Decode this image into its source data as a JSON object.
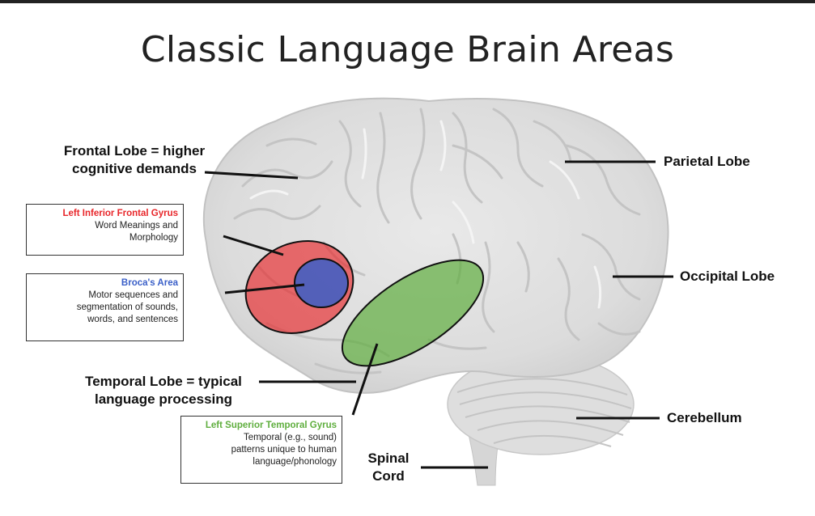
{
  "title": "Classic Language Brain Areas",
  "colors": {
    "inferior_frontal": "#e8262a",
    "broca": "#3a5fc8",
    "superior_temporal": "#5fae3e"
  },
  "labels": {
    "frontal_line1": "Frontal Lobe = higher",
    "frontal_line2": "cognitive demands",
    "parietal": "Parietal Lobe",
    "occipital": "Occipital Lobe",
    "cerebellum": "Cerebellum",
    "temporal_line1": "Temporal Lobe = typical",
    "temporal_line2": "language processing",
    "spinal_line1": "Spinal",
    "spinal_line2": "Cord"
  },
  "boxes": {
    "inferior_frontal": {
      "heading": "Left Inferior Frontal Gyrus",
      "line1": "Word Meanings and",
      "line2": "Morphology"
    },
    "broca": {
      "heading": "Broca's Area",
      "line1": "Motor sequences and",
      "line2": "segmentation of sounds,",
      "line3": "words, and sentences"
    },
    "superior_temporal": {
      "heading": "Left Superior Temporal Gyrus",
      "line1": "Temporal (e.g., sound)",
      "line2": "patterns unique to human",
      "line3": "language/phonology"
    }
  }
}
